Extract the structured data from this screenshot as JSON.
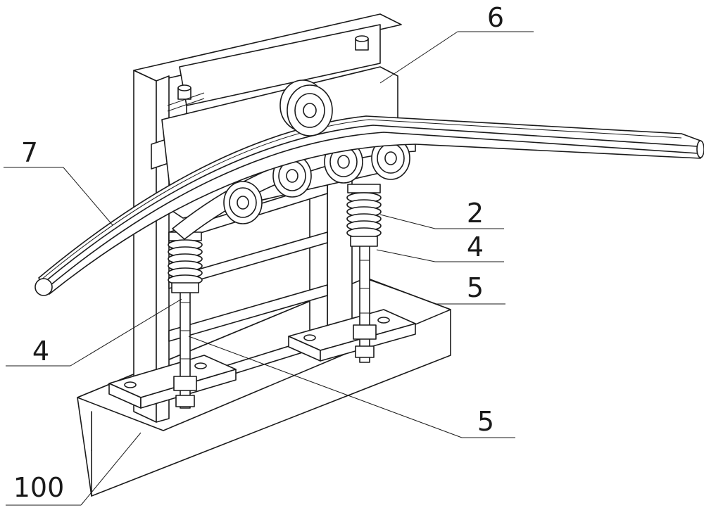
{
  "labels": {
    "l6": "6",
    "l7": "7",
    "l2": "2",
    "l4a": "4",
    "l5a": "5",
    "l4b": "4",
    "l5b": "5",
    "l100": "100"
  }
}
